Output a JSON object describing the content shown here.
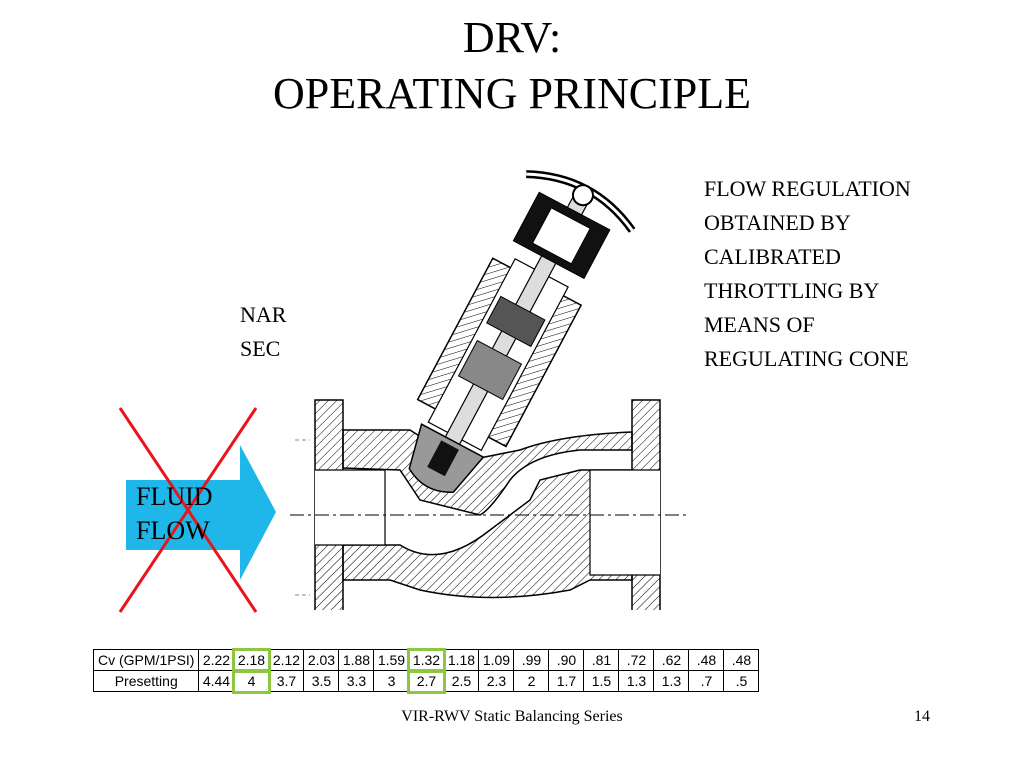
{
  "title": {
    "line1": "DRV:",
    "line2": "OPERATING PRINCIPLE"
  },
  "partial_label": {
    "line1": "NAR",
    "line2": "SEC"
  },
  "description": [
    "FLOW REGULATION",
    "OBTAINED BY",
    "CALIBRATED",
    "THROTTLING BY",
    "MEANS OF",
    "REGULATING CONE"
  ],
  "flow": {
    "line1": "FLUID",
    "line2": "FLOW",
    "arrow_color": "#1fb6ea",
    "cross_color": "#e8151e"
  },
  "table": {
    "rows": [
      {
        "label": "Cv (GPM/1PSI)",
        "values": [
          "2.22",
          "2.18",
          "2.12",
          "2.03",
          "1.88",
          "1.59",
          "1.32",
          "1.18",
          "1.09",
          ".99",
          ".90",
          ".81",
          ".72",
          ".62",
          ".48",
          ".48"
        ]
      },
      {
        "label": "Presetting",
        "values": [
          "4.44",
          "4",
          "3.7",
          "3.5",
          "3.3",
          "3",
          "2.7",
          "2.5",
          "2.3",
          "2",
          "1.7",
          "1.5",
          "1.3",
          "1.3",
          ".7",
          ".5"
        ]
      }
    ],
    "highlight_color": "#8dc63f"
  },
  "footer": {
    "text": "VIR-RWV Static Balancing Series",
    "page": "14"
  }
}
